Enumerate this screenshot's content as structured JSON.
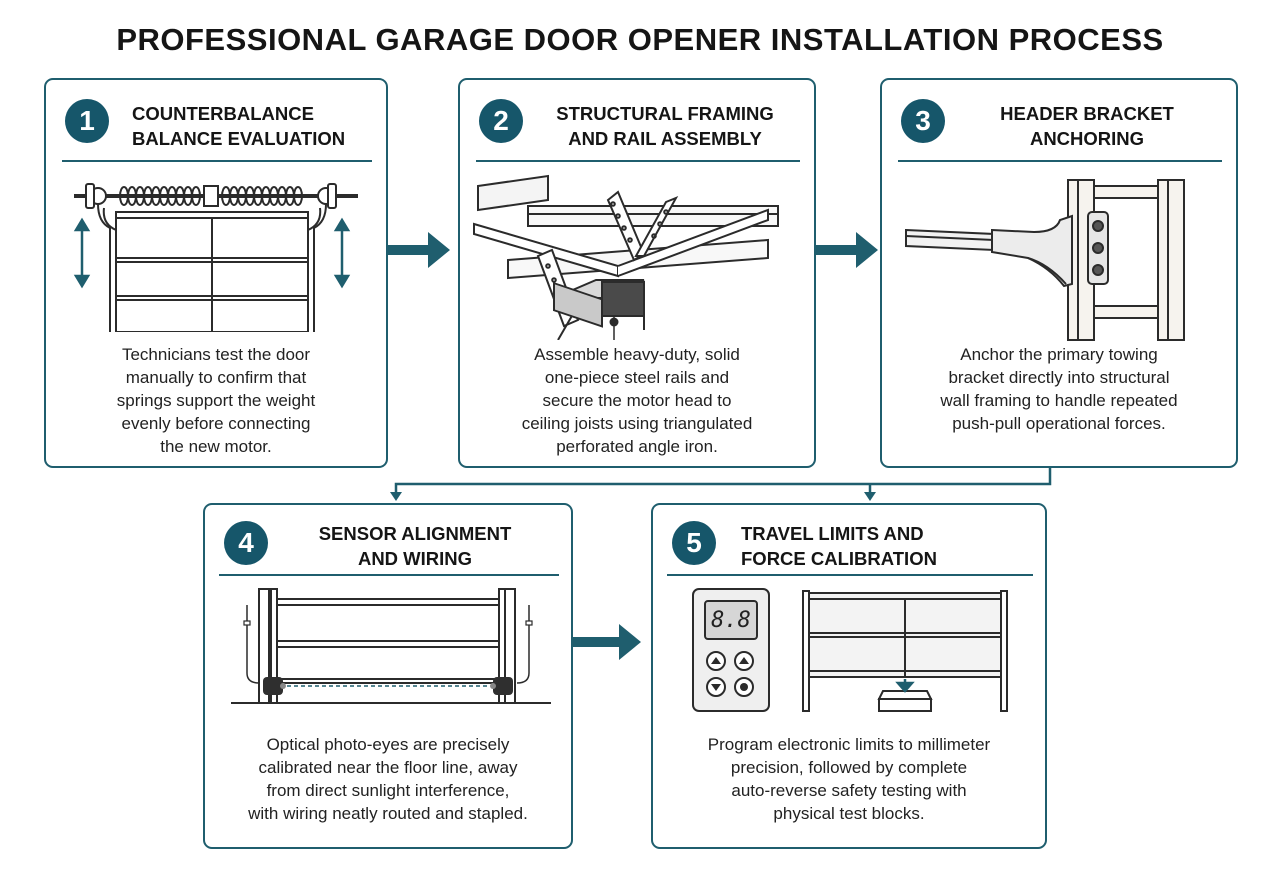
{
  "title": "PROFESSIONAL GARAGE DOOR OPENER INSTALLATION PROCESS",
  "colors": {
    "accent": "#16566a",
    "border": "#1f5e6e",
    "line": "#2b2b2b"
  },
  "steps": [
    {
      "number": "1",
      "heading_1": "COUNTERBALANCE",
      "heading_2": "BALANCE EVALUATION",
      "text_1": "Technicians test the door",
      "text_2": "manually to confirm that",
      "text_3": "springs support the weight",
      "text_4": "evenly before connecting",
      "text_5": "the new motor."
    },
    {
      "number": "2",
      "heading_1": "STRUCTURAL FRAMING",
      "heading_2": "AND RAIL ASSEMBLY",
      "text_1": "Assemble heavy-duty, solid",
      "text_2": "one-piece steel rails and",
      "text_3": "secure the motor head to",
      "text_4": "ceiling joists using triangulated",
      "text_5": "perforated angle iron."
    },
    {
      "number": "3",
      "heading_1": "HEADER BRACKET",
      "heading_2": "ANCHORING",
      "text_1": "Anchor the primary towing",
      "text_2": "bracket directly into structural",
      "text_3": "wall framing to handle repeated",
      "text_4": "push-pull operational forces."
    },
    {
      "number": "4",
      "heading_1": "SENSOR ALIGNMENT",
      "heading_2": "AND WIRING",
      "text_1": "Optical photo-eyes are precisely",
      "text_2": "calibrated near the floor line, away",
      "text_3": "from direct sunlight interference,",
      "text_4": "with wiring neatly routed and stapled."
    },
    {
      "number": "5",
      "heading_1": "TRAVEL LIMITS AND",
      "heading_2": "FORCE CALIBRATION",
      "text_1": "Program electronic limits to millimeter",
      "text_2": "precision, followed by complete",
      "text_3": "auto-reverse safety testing with",
      "text_4": "physical test blocks.",
      "display": "8.8"
    }
  ]
}
